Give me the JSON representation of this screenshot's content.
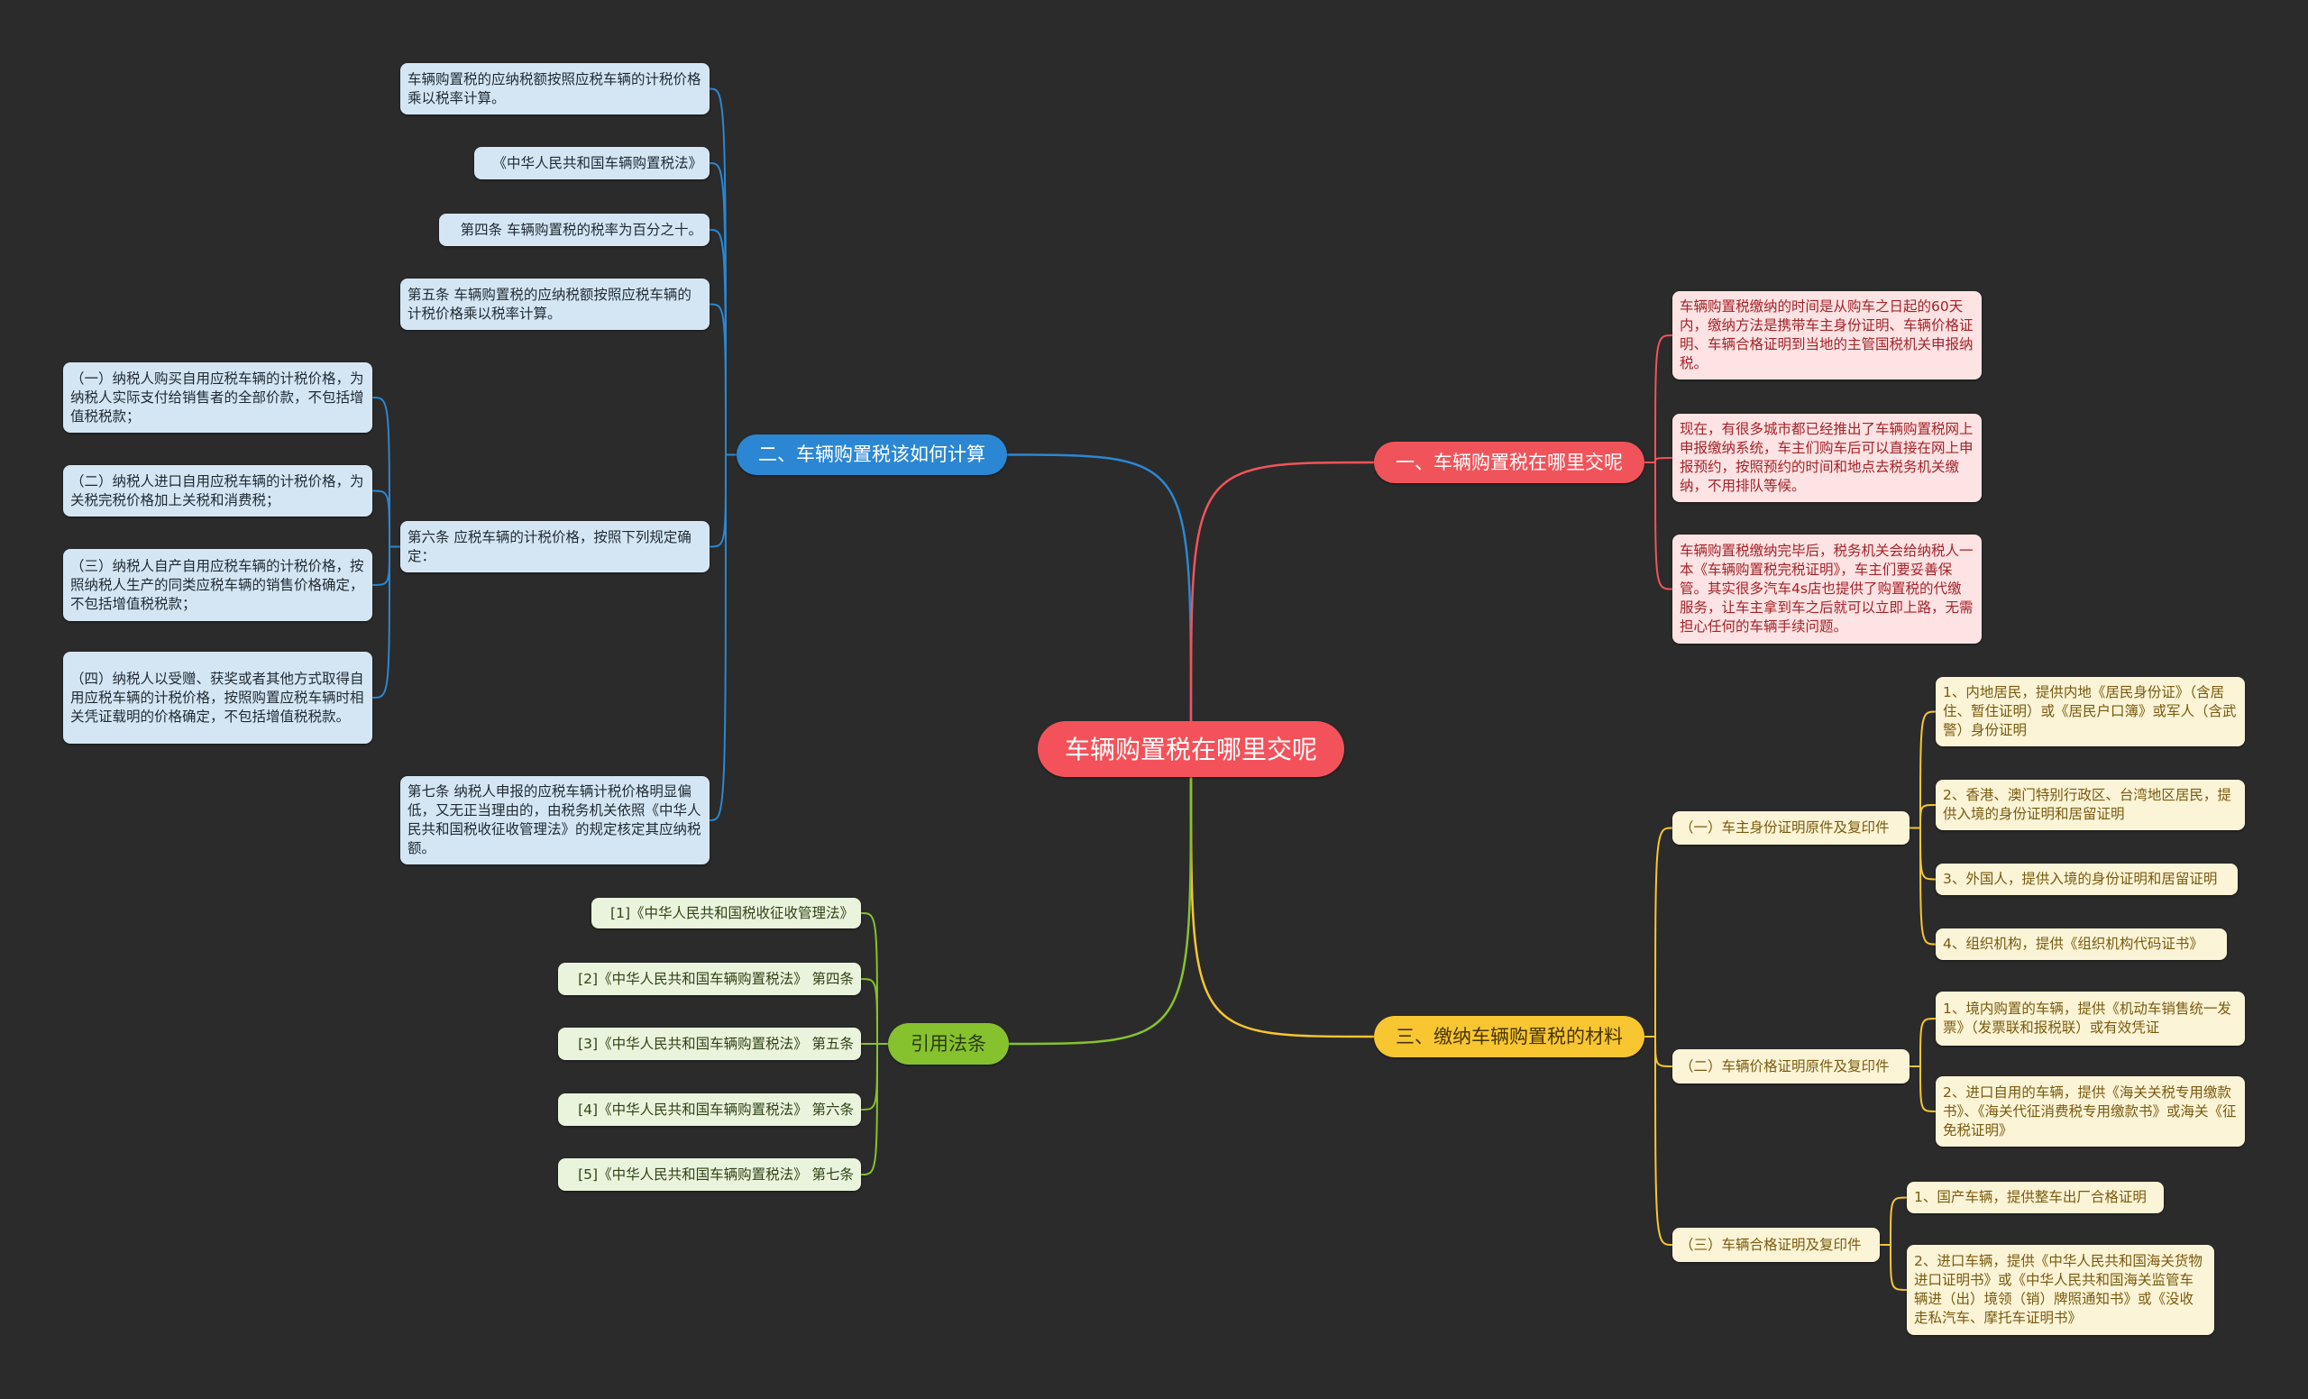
{
  "center": {
    "label": "车辆购置税在哪里交呢",
    "color": "#f4525a"
  },
  "branch_blue": {
    "label": "二、车辆购置税该如何计算",
    "color": "#2b87d3",
    "items": [
      "车辆购置税的应纳税额按照应税车辆的计税价格乘以税率计算。",
      "《中华人民共和国车辆购置税法》",
      "第四条 车辆购置税的税率为百分之十。",
      "第五条 车辆购置税的应纳税额按照应税车辆的计税价格乘以税率计算。",
      "第六条 应税车辆的计税价格，按照下列规定确定：",
      "第七条 纳税人申报的应税车辆计税价格明显偏低，又无正当理由的，由税务机关依照《中华人民共和国税收征收管理法》的规定核定其应纳税额。"
    ],
    "sub_items": [
      "（一）纳税人购买自用应税车辆的计税价格，为纳税人实际支付给销售者的全部价款，不包括增值税税款；",
      "（二）纳税人进口自用应税车辆的计税价格，为关税完税价格加上关税和消费税；",
      "（三）纳税人自产自用应税车辆的计税价格，按照纳税人生产的同类应税车辆的销售价格确定，不包括增值税税款；",
      "（四）纳税人以受赠、获奖或者其他方式取得自用应税车辆的计税价格，按照购置应税车辆时相关凭证载明的价格确定，不包括增值税税款。"
    ]
  },
  "branch_red": {
    "label": "一、车辆购置税在哪里交呢",
    "color": "#f0545a",
    "items": [
      "车辆购置税缴纳的时间是从购车之日起的60天内，缴纳方法是携带车主身份证明、车辆价格证明、车辆合格证明到当地的主管国税机关申报纳税。",
      "现在，有很多城市都已经推出了车辆购置税网上申报缴纳系统，车主们购车后可以直接在网上申报预约，按照预约的时间和地点去税务机关缴纳，不用排队等候。",
      "车辆购置税缴纳完毕后，税务机关会给纳税人一本《车辆购置税完税证明》，车主们要妥善保管。其实很多汽车4s店也提供了购置税的代缴服务，让车主拿到车之后就可以立即上路，无需担心任何的车辆手续问题。"
    ]
  },
  "branch_yellow": {
    "label": "三、缴纳车辆购置税的材料",
    "color": "#f7c631",
    "groups": [
      {
        "label": "（一）车主身份证明原件及复印件",
        "items": [
          "1、内地居民，提供内地《居民身份证》（含居住、暂住证明）或《居民户口簿》或军人（含武警）身份证明",
          "2、香港、澳门特别行政区、台湾地区居民，提供入境的身份证明和居留证明",
          "3、外国人，提供入境的身份证明和居留证明",
          "4、组织机构，提供《组织机构代码证书》"
        ]
      },
      {
        "label": "（二）车辆价格证明原件及复印件",
        "items": [
          "1、境内购置的车辆，提供《机动车销售统一发票》（发票联和报税联）或有效凭证",
          "2、进口自用的车辆，提供《海关关税专用缴款书》、《海关代征消费税专用缴款书》或海关《征免税证明》"
        ]
      },
      {
        "label": "（三）车辆合格证明及复印件",
        "items": [
          "1、国产车辆，提供整车出厂合格证明",
          "2、进口车辆，提供《中华人民共和国海关货物进口证明书》或《中华人民共和国海关监管车辆进（出）境领（销）牌照通知书》或《没收走私汽车、摩托车证明书》"
        ]
      }
    ]
  },
  "branch_green": {
    "label": "引用法条",
    "color": "#86c22d",
    "items": [
      "[1]《中华人民共和国税收征收管理法》",
      "[2]《中华人民共和国车辆购置税法》 第四条",
      "[3]《中华人民共和国车辆购置税法》 第五条",
      "[4]《中华人民共和国车辆购置税法》 第六条",
      "[5]《中华人民共和国车辆购置税法》 第七条"
    ]
  }
}
